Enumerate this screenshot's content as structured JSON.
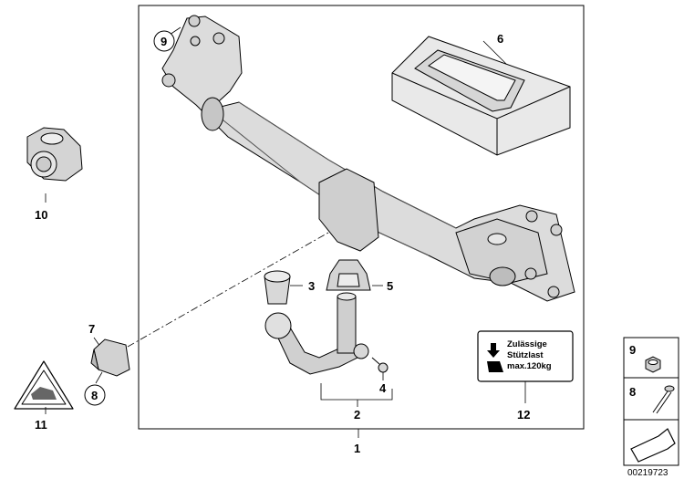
{
  "callouts": {
    "c1": "1",
    "c2": "2",
    "c3": "3",
    "c4": "4",
    "c5": "5",
    "c6": "6",
    "c7": "7",
    "c8": "8",
    "c9": "9",
    "c10": "10",
    "c11": "11",
    "c12": "12"
  },
  "legend_box": {
    "top_number": "9",
    "middle_number": "8"
  },
  "label_sign": {
    "line1": "Zulässige",
    "line2": "Stützlast",
    "line3": "max.120kg"
  },
  "document_number": "00219723"
}
